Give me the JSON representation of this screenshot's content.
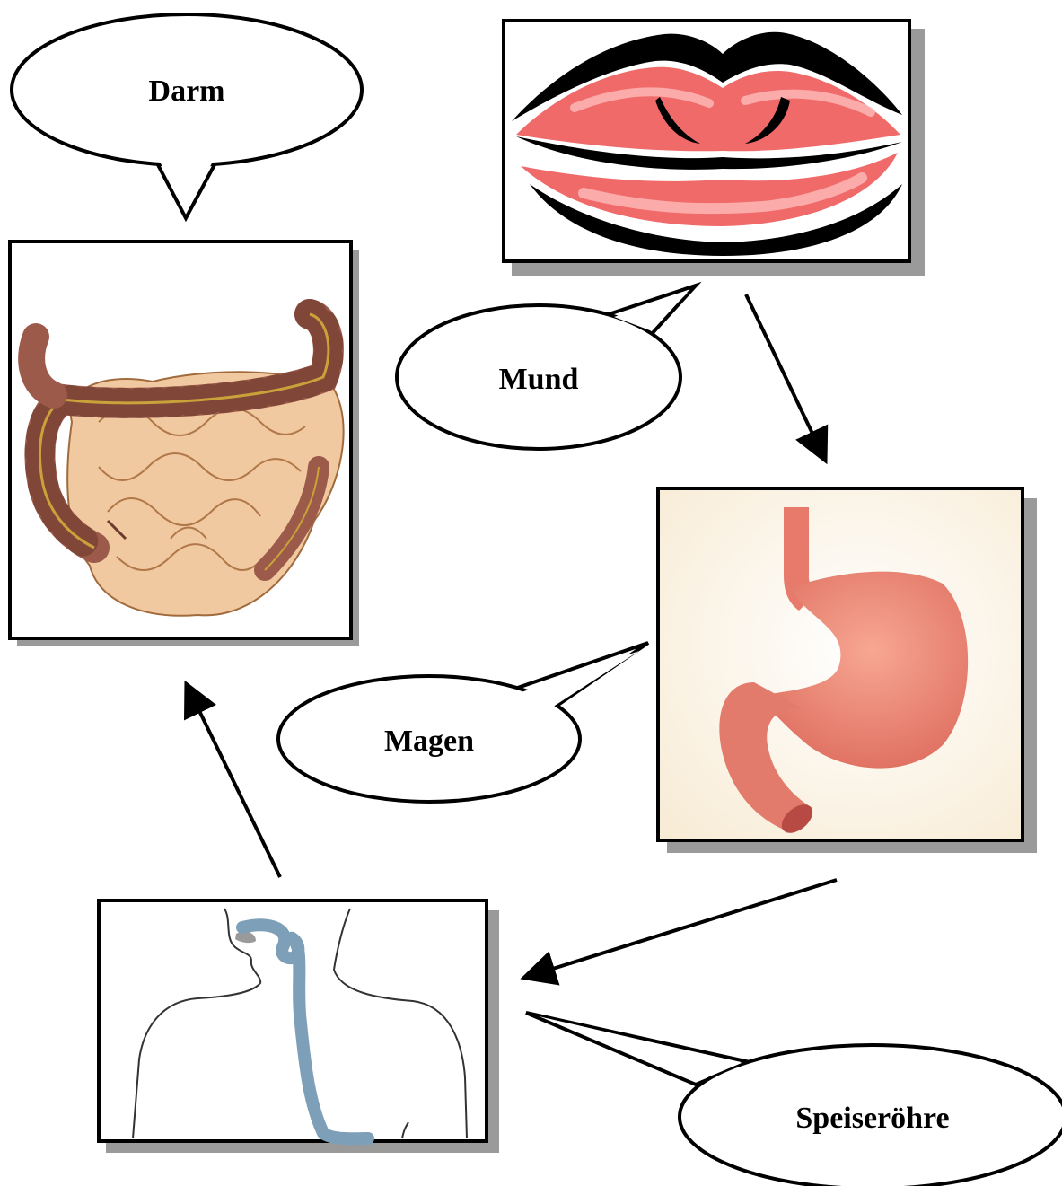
{
  "labels": {
    "darm": "Darm",
    "mund": "Mund",
    "magen": "Magen",
    "speiseroehre": "Speiseröhre"
  },
  "illustrations": {
    "darm": "intestine-illustration",
    "mund": "lips-illustration",
    "magen": "stomach-illustration",
    "speiseroehre": "esophagus-illustration"
  },
  "flow_order": [
    "mund",
    "magen",
    "speiseroehre",
    "darm"
  ],
  "colors": {
    "frame": "#000000",
    "frame_shadow": "#9a9a9a",
    "lips_red": "#f06a6a",
    "lips_black": "#000000",
    "stomach": "#ec8576",
    "stomach_bg": "#fbf3e3",
    "colon": "#9c5a4a",
    "small_intestine": "#f1c9a0",
    "esophagus_blue": "#7d9fb7"
  }
}
